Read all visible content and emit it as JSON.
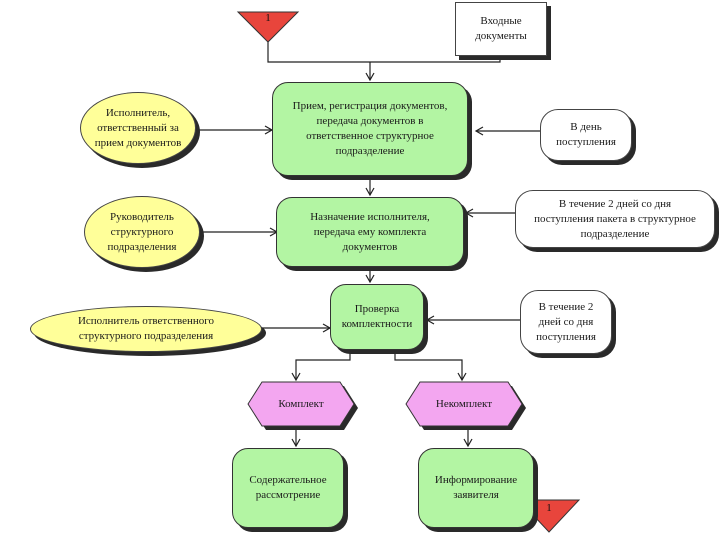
{
  "nodes": {
    "incoming_documents": "Входные документы",
    "receive_register": "Прием, регистрация документов, передача документов в ответственное структурное подразделение",
    "assign_executor": "Назначение исполнителя, передача ему комплекта документов",
    "check_completeness": "Проверка комплектности",
    "complete": "Комплект",
    "incomplete": "Некомплект",
    "substantive_review": "Содержательное рассмотрение",
    "inform_applicant": "Информирование заявителя"
  },
  "roles": {
    "intake_responsible": "Исполнитель, ответственный за прием документов",
    "unit_head": "Руководитель структурного подразделения",
    "unit_executor": "Исполнитель ответственного структурного подразделения"
  },
  "timings": {
    "same_day": "В день поступления",
    "within_2_days_package": "В течение 2 дней со дня поступления пакета в структурное подразделение",
    "within_2_days": "В течение 2 дней со дня поступления"
  },
  "connectors": {
    "top": "1",
    "bottom": "1"
  },
  "colors": {
    "process": "#b3f5a3",
    "role": "#ffff99",
    "decision": "#f3a6f0",
    "connector": "#e8453c"
  }
}
